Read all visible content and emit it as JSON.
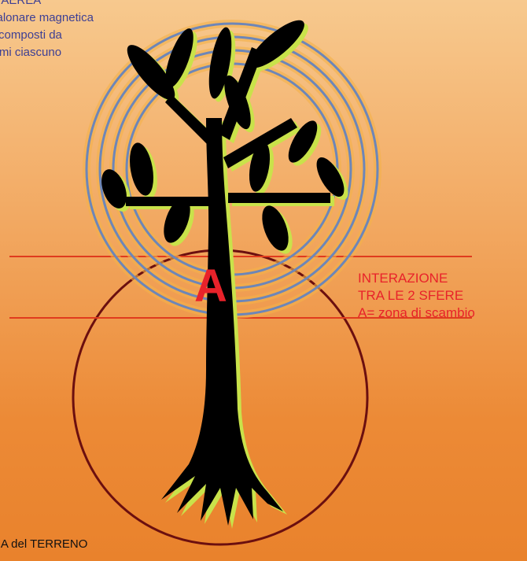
{
  "colors": {
    "background_top": "#f7c98e",
    "background_bottom": "#e9822c",
    "aerial_rings": "#6d86b8",
    "ring_glow": "#f4b24a",
    "ground_circle": "#6b0f0f",
    "boundary_lines": "#e03b1e",
    "tree": "#000000",
    "tree_outline": "#c9e24a",
    "zone_letter": "#e8222a",
    "top_caption": "#3d3f94",
    "interaction_text": "#e8222a",
    "bottom_label": "#111111"
  },
  "top_caption": {
    "line1": "RA AEREA",
    "line2": "ra alonare magnetica",
    "line3": "ati composti da",
    "line4": "ammi ciascuno"
  },
  "zone_letter": "A",
  "interaction": {
    "line1": "INTERAZIONE",
    "line2": "TRA LE 2 SFERE",
    "line3": "A= zona di scambio"
  },
  "bottom_label": "ERA del TERRENO"
}
